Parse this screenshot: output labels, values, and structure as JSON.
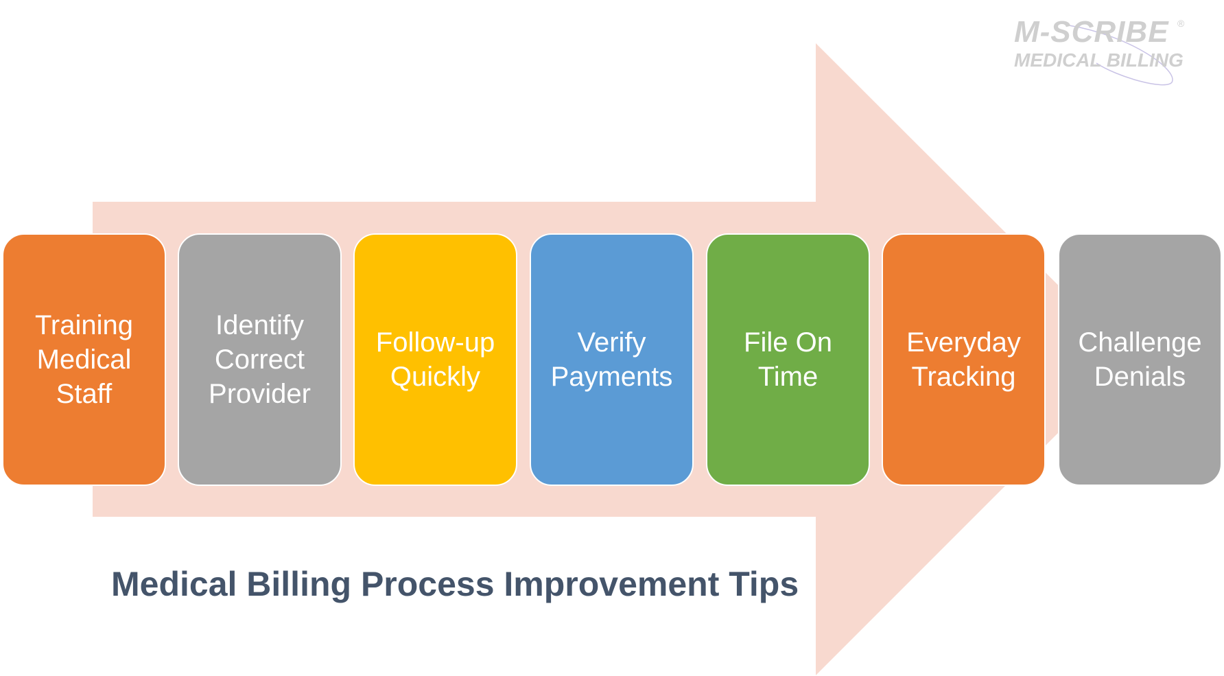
{
  "logo": {
    "line1": "M-SCRIBE",
    "line2": "MEDICAL BILLING",
    "registered": "®"
  },
  "steps": [
    {
      "label": "Training Medical Staff",
      "color": "#ed7d31"
    },
    {
      "label": "Identify Correct Provider",
      "color": "#a5a5a5"
    },
    {
      "label": "Follow-up Quickly",
      "color": "#ffc000"
    },
    {
      "label": "Verify Payments",
      "color": "#5b9bd5"
    },
    {
      "label": "File On Time",
      "color": "#70ad47"
    },
    {
      "label": "Everyday Tracking",
      "color": "#ed7d31"
    },
    {
      "label": "Challenge Denials",
      "color": "#a5a5a5"
    }
  ],
  "arrow_color": "#f8d9cf",
  "title": "Medical Billing Process Improvement Tips"
}
